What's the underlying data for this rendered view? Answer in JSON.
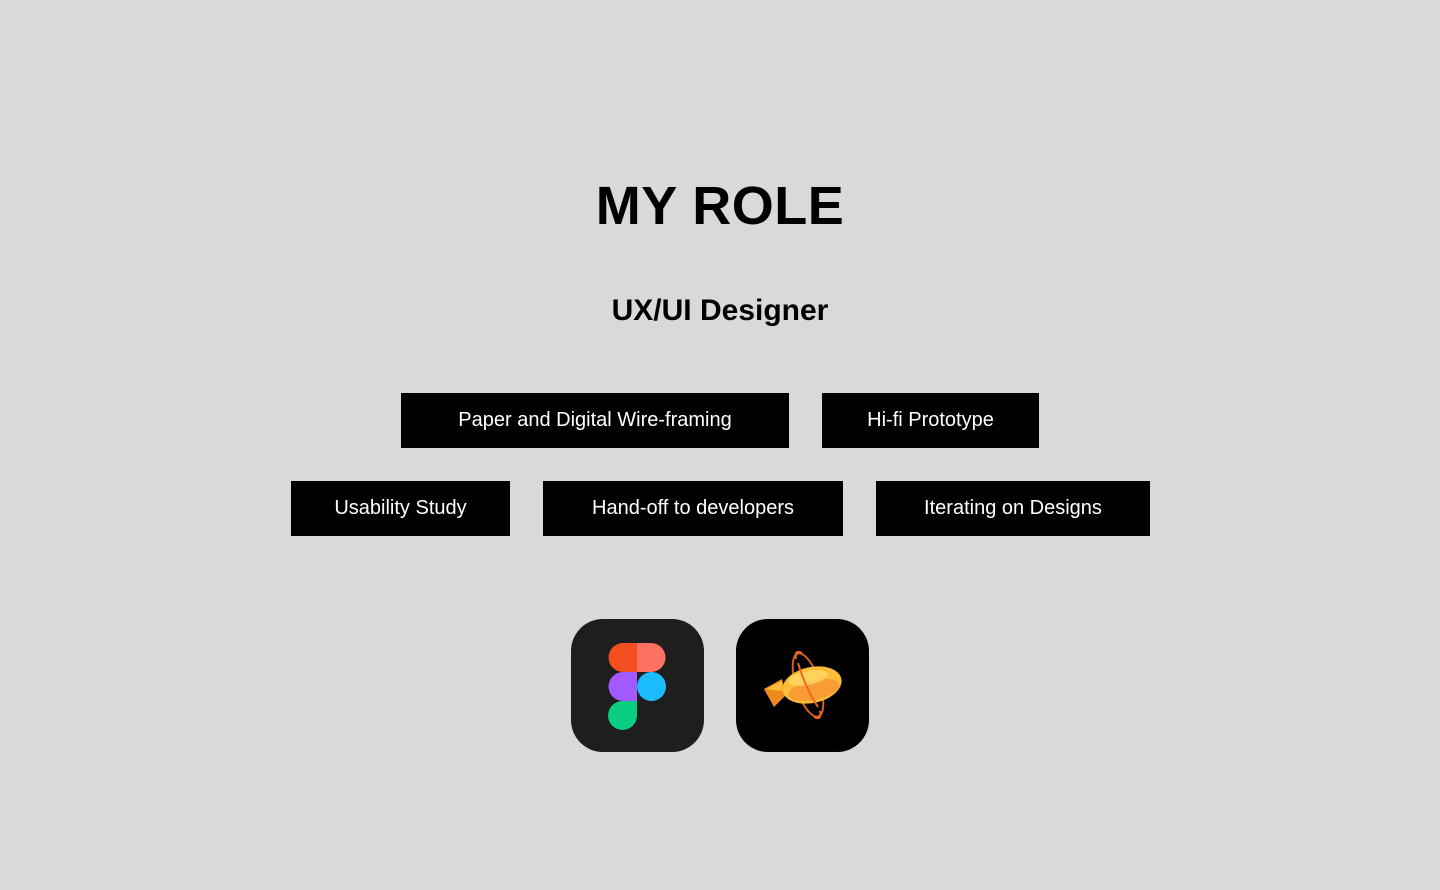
{
  "page": {
    "title": "MY ROLE",
    "role": "UX/UI Designer"
  },
  "tags": [
    {
      "label": "Paper and Digital Wire-framing"
    },
    {
      "label": "Hi-fi Prototype"
    },
    {
      "label": "Usability Study"
    },
    {
      "label": "Hand-off to developers"
    },
    {
      "label": "Iterating on Designs"
    }
  ],
  "tools": [
    {
      "icon": "figma-icon"
    },
    {
      "icon": "zeplin-icon"
    }
  ],
  "colors": {
    "background": "#d9d9d9",
    "tag_background": "#000000",
    "tag_text": "#ffffff",
    "figma_tile": "#1e1e1e",
    "zeplin_tile": "#000000",
    "figma_red": "#f24e1e",
    "figma_coral": "#ff7262",
    "figma_purple": "#a259ff",
    "figma_blue": "#1abcfe",
    "figma_green": "#0acf83",
    "zeplin_orange": "#fdbd39"
  }
}
